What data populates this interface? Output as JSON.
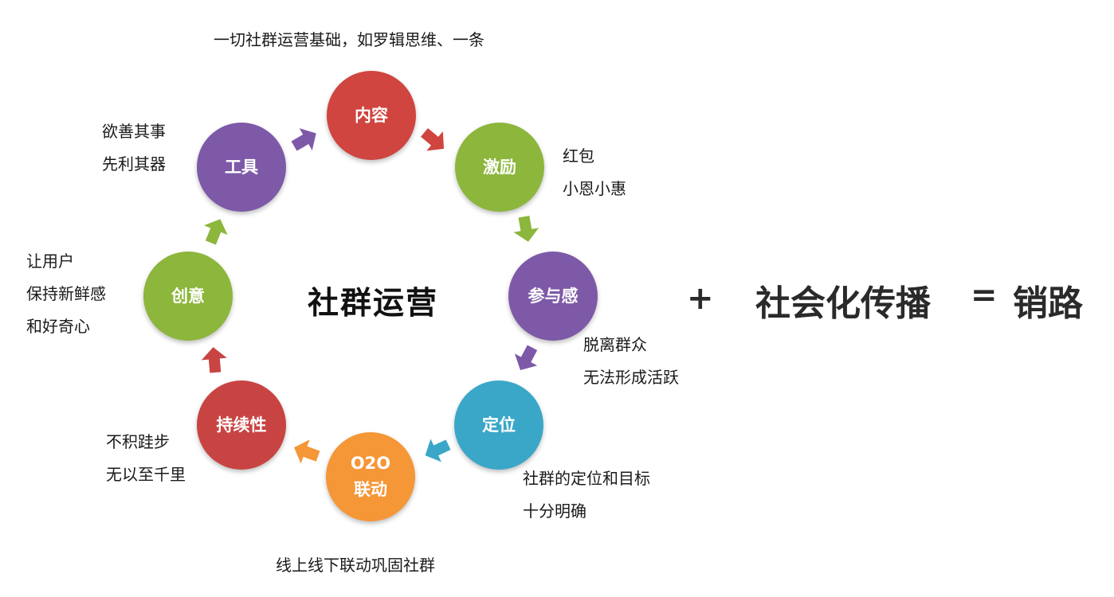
{
  "center_title": "社群运营",
  "nodes": [
    {
      "id": "content",
      "label": "内容",
      "color": "#d0453f"
    },
    {
      "id": "incentive",
      "label": "激励",
      "color": "#8cb63c"
    },
    {
      "id": "participation",
      "label": "参与感",
      "color": "#7d59a8"
    },
    {
      "id": "positioning",
      "label": "定位",
      "color": "#3ba7c8"
    },
    {
      "id": "o2o",
      "label_line1": "O2O",
      "label_line2": "联动",
      "color": "#f59637"
    },
    {
      "id": "sustainability",
      "label": "持续性",
      "color": "#c84442"
    },
    {
      "id": "creativity",
      "label": "创意",
      "color": "#8cb63c"
    },
    {
      "id": "tools",
      "label": "工具",
      "color": "#7d59a8"
    }
  ],
  "notes": {
    "content": [
      "一切社群运营基础，如罗辑思维、一条"
    ],
    "incentive": [
      "红包",
      "小恩小惠"
    ],
    "participation": [
      "脱离群众",
      "无法形成活跃"
    ],
    "positioning": [
      "社群的定位和目标",
      "十分明确"
    ],
    "o2o": [
      "线上线下联动巩固社群"
    ],
    "sustainability": [
      "不积跬步",
      "无以至千里"
    ],
    "creativity": [
      "让用户",
      "保持新鲜感",
      "和好奇心"
    ],
    "tools": [
      "欲善其事",
      "先利其器"
    ]
  },
  "equation": {
    "plus": "+",
    "term": "社会化传播",
    "equals": "=",
    "result": "销路"
  },
  "arrow_colors": [
    "#d0453f",
    "#8cb63c",
    "#7d59a8",
    "#3ba7c8",
    "#f59637",
    "#c84442",
    "#8cb63c",
    "#7d59a8"
  ]
}
